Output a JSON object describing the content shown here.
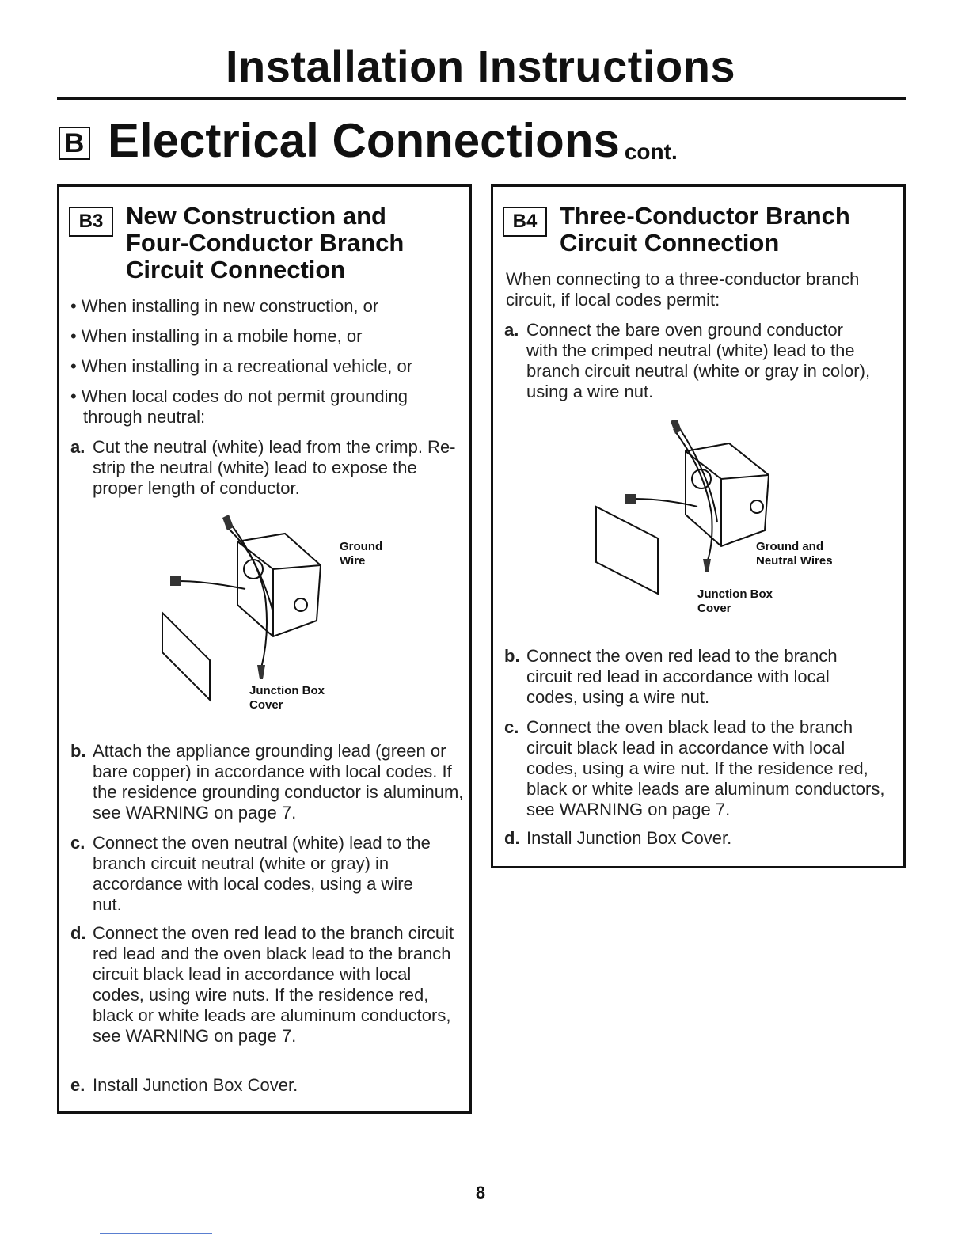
{
  "header": {
    "title": "Installation Instructions"
  },
  "section": {
    "badge": "B",
    "title": "Electrical Connections",
    "suffix": "cont."
  },
  "b3": {
    "badge": "B3",
    "title_lines": [
      "New Construction and",
      "Four-Conductor Branch",
      "Circuit Connection"
    ],
    "bullets": [
      "• When installing in new construction, or",
      "• When installing in a mobile home, or",
      "• When installing in a recreational vehicle, or",
      "• When local codes do not permit grounding through neutral:"
    ],
    "steps": [
      {
        "letter": "a.",
        "text": "Cut the neutral (white) lead from the crimp. Re-strip the neutral (white) lead to expose the proper length of conductor."
      },
      {
        "letter": "b.",
        "text": "Attach the appliance grounding lead (green or bare copper) in accordance with local codes. If the residence grounding conductor is aluminum, see WARNING on page 7."
      },
      {
        "letter": "c.",
        "text": "Connect the oven neutral (white) lead to the branch circuit neutral (white or gray) in accordance with local codes, using a wire nut."
      },
      {
        "letter": "d.",
        "text": "Connect the oven red lead to the branch circuit red lead and the oven black lead to the branch circuit black lead in accordance with local codes, using wire nuts. If the residence red, black or white leads are aluminum conductors, see WARNING on page 7."
      },
      {
        "letter": "e.",
        "text": "Install Junction Box Cover."
      }
    ],
    "callouts": {
      "ground_1": "Ground",
      "ground_2": "Wire",
      "cover_1": "Junction Box",
      "cover_2": "Cover"
    }
  },
  "b4": {
    "badge": "B4",
    "title_lines": [
      "Three-Conductor Branch",
      "Circuit Connection"
    ],
    "intro": "When connecting to a three-conductor branch circuit, if local codes permit:",
    "steps": [
      {
        "letter": "a.",
        "text": "Connect the bare oven ground conductor with the crimped neutral (white) lead to the branch circuit neutral (white or gray in color), using a wire nut."
      },
      {
        "letter": "b.",
        "text": "Connect the oven red lead to the branch circuit red lead in accordance with local codes, using a wire nut."
      },
      {
        "letter": "c.",
        "text": "Connect the oven black lead to the branch circuit black lead in accordance with local codes, using a wire nut. If the residence red, black or white leads are aluminum conductors, see WARNING on page 7."
      },
      {
        "letter": "d.",
        "text": "Install Junction Box Cover."
      }
    ],
    "callouts": {
      "neutral_1": "Ground and",
      "neutral_2": "Neutral Wires",
      "cover_1": "Junction Box",
      "cover_2": "Cover"
    }
  },
  "footer": {
    "page_number": "8"
  }
}
